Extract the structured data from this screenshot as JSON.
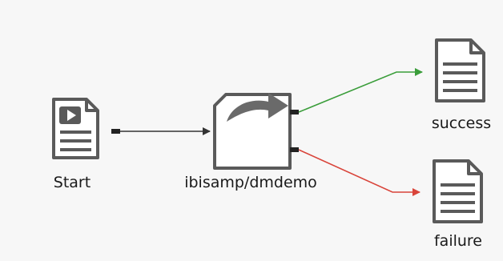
{
  "diagram": {
    "nodes": {
      "start": {
        "label": "Start",
        "icon": "document-play-icon"
      },
      "process": {
        "label": "ibisamp/dmdemo",
        "icon": "redirect-arrow-icon"
      },
      "success": {
        "label": "success",
        "icon": "document-icon"
      },
      "failure": {
        "label": "failure",
        "icon": "document-icon"
      }
    },
    "connectors": [
      {
        "from": "Start",
        "to": "ibisamp/dmdemo",
        "color": "#333333"
      },
      {
        "from": "ibisamp/dmdemo",
        "to": "success",
        "color": "#3a9d3a"
      },
      {
        "from": "ibisamp/dmdemo",
        "to": "failure",
        "color": "#d9443a"
      }
    ]
  },
  "colors": {
    "icon_stroke": "#5a5a5a",
    "default_connector": "#333333",
    "success_connector": "#3a9d3a",
    "failure_connector": "#d9443a",
    "background": "#f7f7f7"
  }
}
